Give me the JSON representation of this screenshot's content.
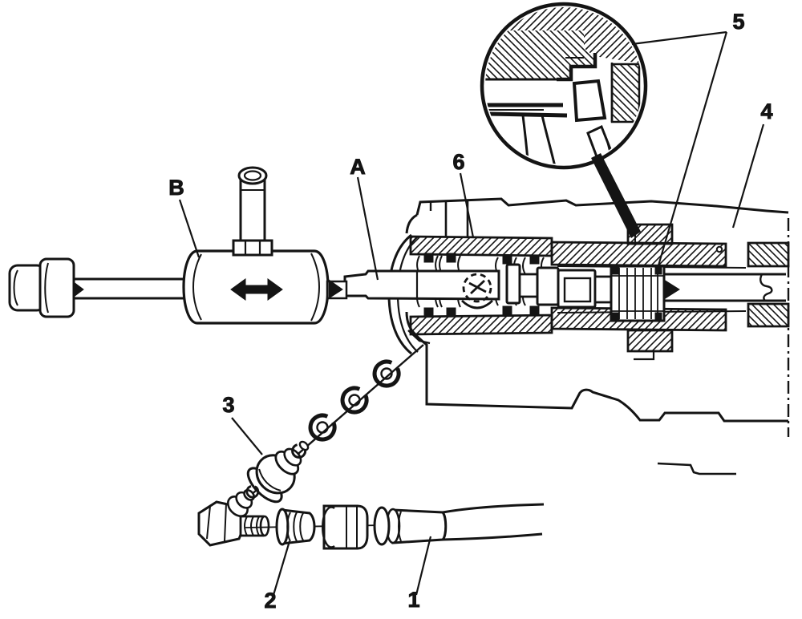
{
  "figure": {
    "kind": "technical-service-diagram",
    "colors": {
      "background": "#ffffff",
      "ink": "#141414"
    },
    "callouts": {
      "c1": {
        "label": "1"
      },
      "c2": {
        "label": "2"
      },
      "c3": {
        "label": "3"
      },
      "c4": {
        "label": "4"
      },
      "c5": {
        "label": "5"
      },
      "c6": {
        "label": "6"
      },
      "cA": {
        "label": "A"
      },
      "cB": {
        "label": "B"
      }
    }
  }
}
